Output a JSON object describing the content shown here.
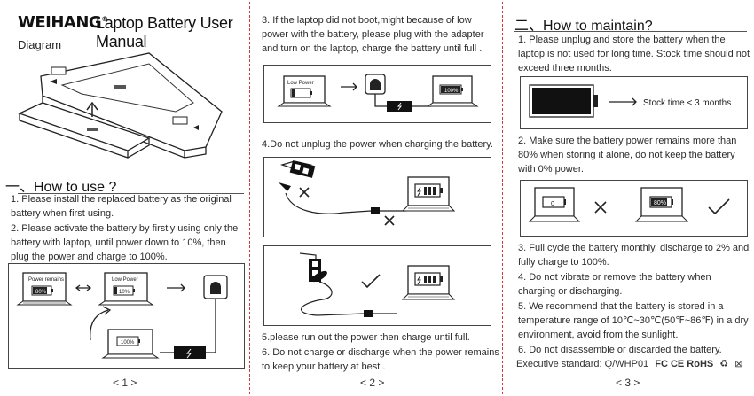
{
  "page1": {
    "brand": "WEIHANG",
    "brand_mark": "®",
    "title": "Laptop Battery User Manual",
    "diagram_label": "Diagram",
    "section_heading": "一、How to use ?",
    "steps": [
      "1. Please install the replaced battery as the original battery when first using.",
      "2. Please activate the battery by firstly using only the battery with laptop, until power down to 10%, then plug the power and charge to 100%."
    ],
    "figure": {
      "power_remains_label": "Power remains",
      "power_remains_value": "80%",
      "low_power_label": "Low Power",
      "low_power_value": "10%",
      "charging_value": "100%"
    },
    "page_number": "< 1 >"
  },
  "page2": {
    "step3": "3. If the laptop did not boot,might because of low power with the battery, please plug with the adapter and turn on the laptop, charge the battery until full .",
    "fig3": {
      "low_power_label": "Low Power",
      "full_value": "100%"
    },
    "step4": "4.Do not unplug the power when charging the battery.",
    "step5": "5.please run out the power then charge until full.",
    "step6": "6. Do not charge or discharge when the power remains to keep your battery at best .",
    "page_number": "< 2 >"
  },
  "page3": {
    "section_heading": "二、How to maintain?",
    "m1": "1. Please unplug and store the battery when the laptop is not used for long time. Stock time should not exceed three months.",
    "stock_label": "Stock time < 3 months",
    "m2": "2. Make sure the battery power remains more than 80% when storing it alone, do not keep the battery with 0% power.",
    "fig_zero": "0",
    "fig_eighty": "80%",
    "m3": "3. Full cycle the battery monthly, discharge to 2% and fully charge to 100%.",
    "m4": "4. Do not vibrate or remove the battery when charging or discharging.",
    "m5": "5. We recommend that the battery is stored in a temperature range of 10℃~30℃(50℉~86℉) in a dry environment, avoid from the sunlight.",
    "m6": "6. Do not disassemble or discarded the battery.",
    "exec_label": "Executive standard: Q/WHP01",
    "cert_marks": "FC CE RoHS",
    "page_number": "< 3 >"
  }
}
